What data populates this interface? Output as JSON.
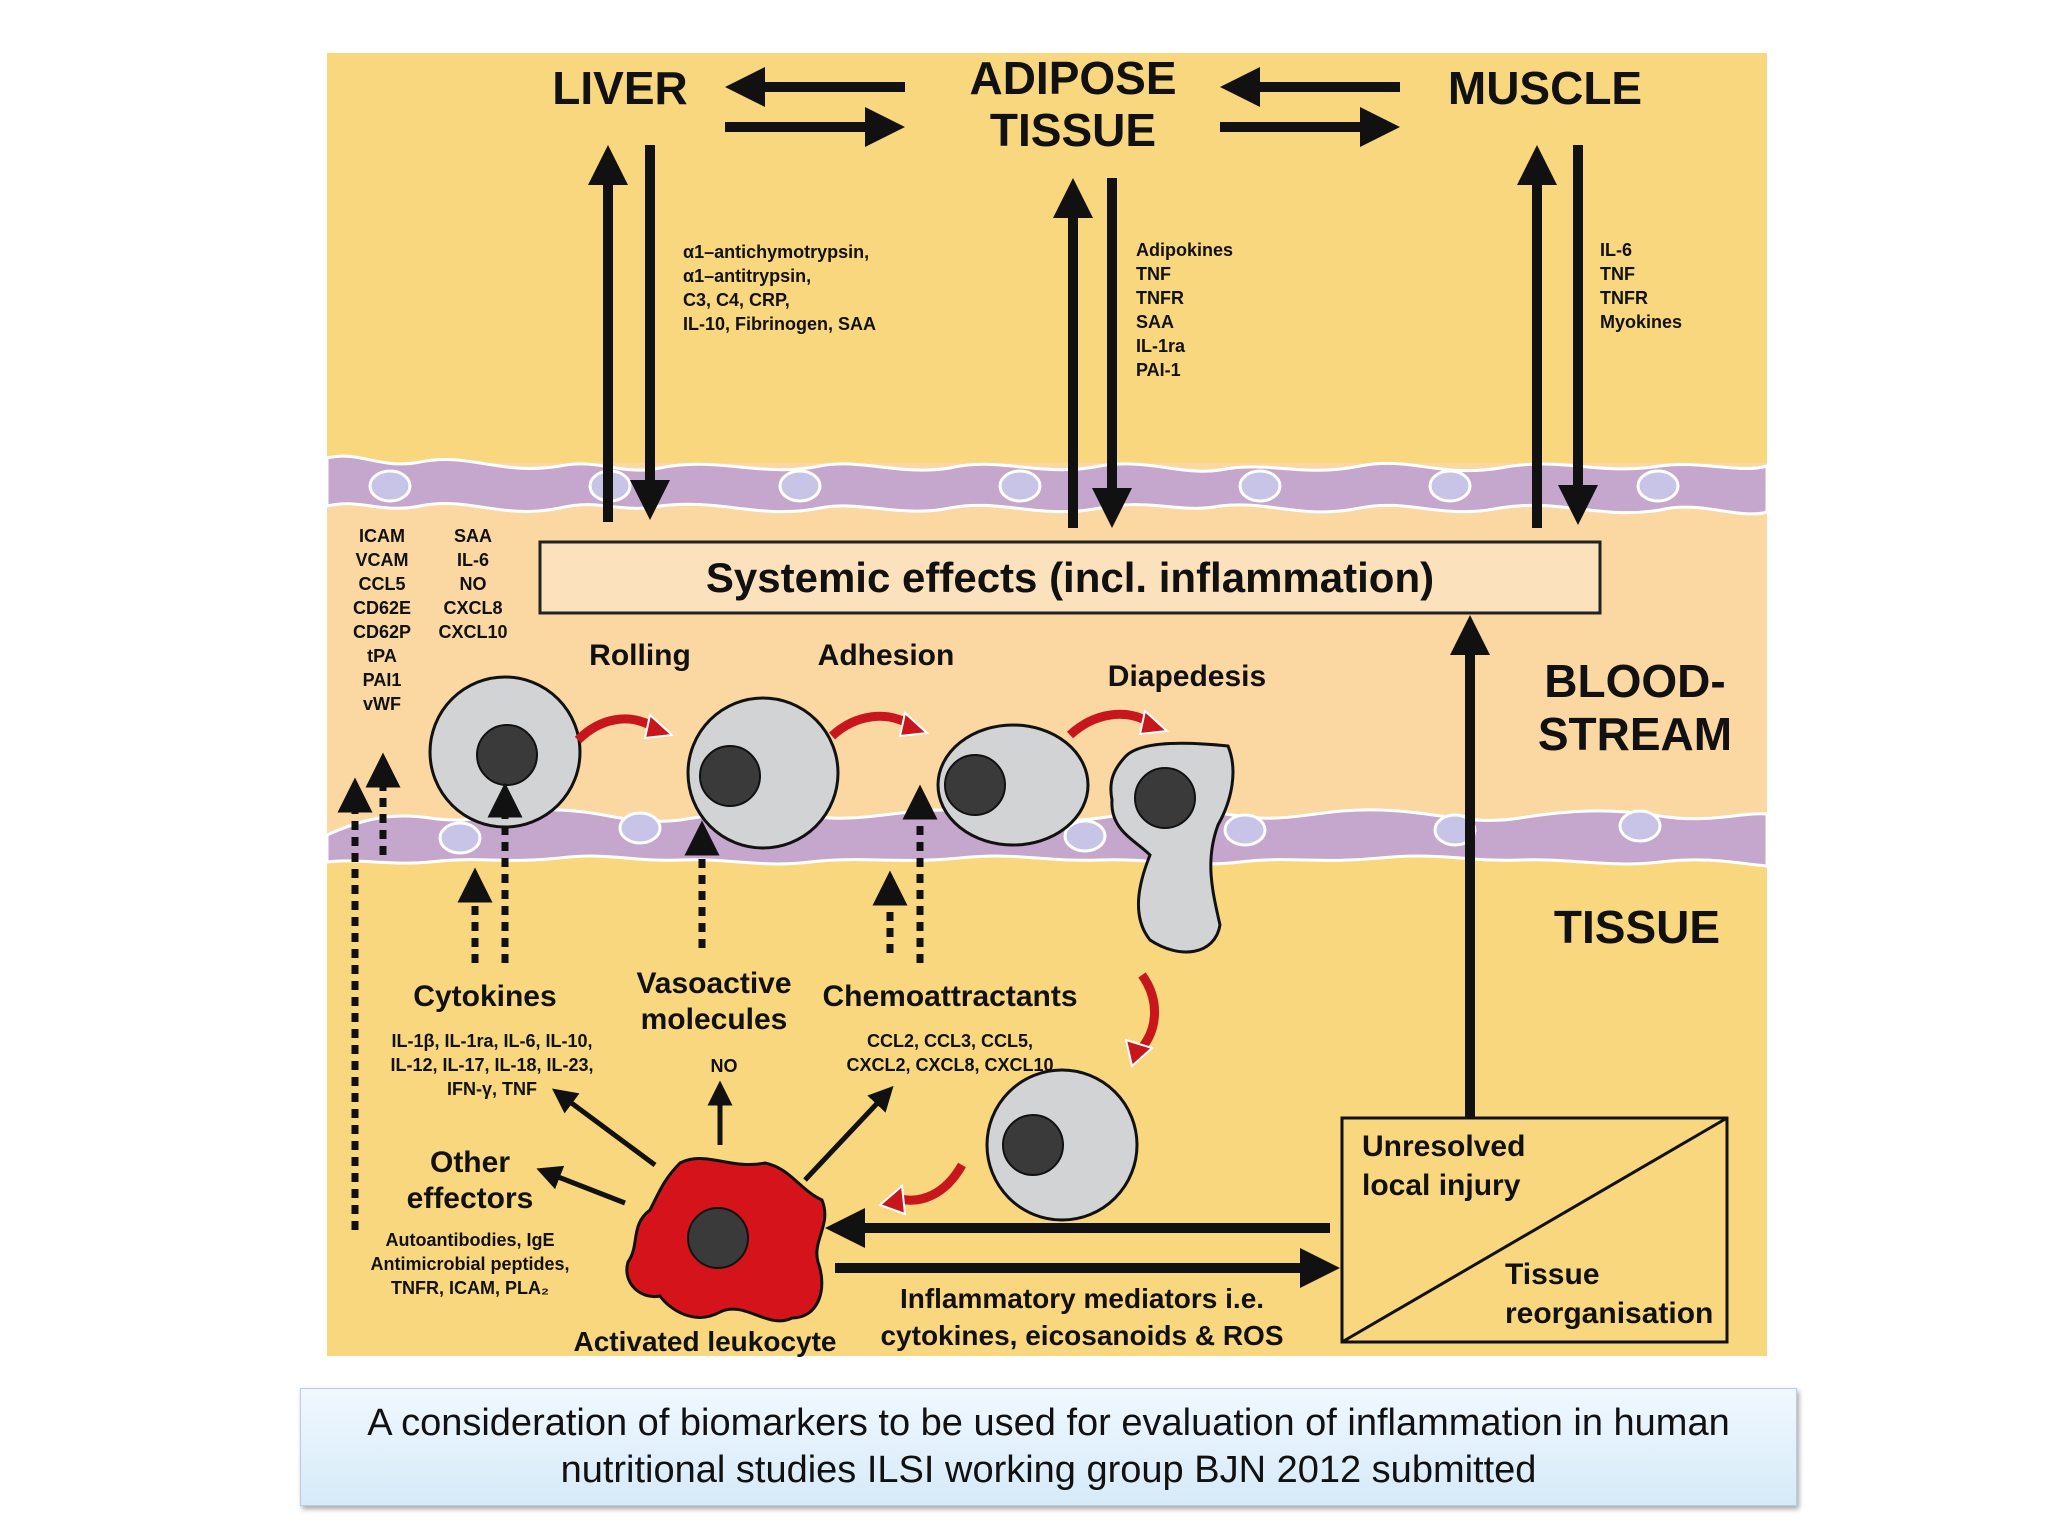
{
  "organs": {
    "liver": "LIVER",
    "adipose_line1": "ADIPOSE",
    "adipose_line2": "TISSUE",
    "muscle": "MUSCLE"
  },
  "liver_markers": [
    "α1–antichymotrypsin,",
    "α1–antitrypsin,",
    "C3, C4, CRP,",
    "IL-10, Fibrinogen, SAA"
  ],
  "adipose_markers": [
    "Adipokines",
    "TNF",
    "TNFR",
    "SAA",
    "IL-1ra",
    "PAI-1"
  ],
  "muscle_markers": [
    "IL-6",
    "TNF",
    "TNFR",
    "Myokines"
  ],
  "systemic_effects": "Systemic effects (incl. inflammation)",
  "endothelial_markers_left": [
    "ICAM",
    "VCAM",
    "CCL5",
    "CD62E",
    "CD62P",
    "tPA",
    "PAI1",
    "vWF"
  ],
  "endothelial_markers_right": [
    "SAA",
    "IL-6",
    "NO",
    "CXCL8",
    "CXCL10"
  ],
  "stages": {
    "rolling": "Rolling",
    "adhesion": "Adhesion",
    "diapedesis": "Diapedesis"
  },
  "compartments": {
    "bloodstream_line1": "BLOOD-",
    "bloodstream_line2": "STREAM",
    "tissue": "TISSUE"
  },
  "mediators": {
    "cytokines_title": "Cytokines",
    "cytokines_list": [
      "IL-1β, IL-1ra, IL-6,  IL-10,",
      "IL-12, IL-17, IL-18, IL-23,",
      "IFN-γ, TNF"
    ],
    "vasoactive_title": [
      "Vasoactive",
      "molecules"
    ],
    "vasoactive_list": "NO",
    "chemo_title": "Chemoattractants",
    "chemo_list": [
      "CCL2, CCL3, CCL5,",
      "CXCL2, CXCL8, CXCL10"
    ],
    "other_title": [
      "Other",
      "effectors"
    ],
    "other_list": [
      "Autoantibodies, IgE",
      "Antimicrobial peptides,",
      "TNFR, ICAM, PLA₂"
    ]
  },
  "activated_leukocyte": "Activated leukocyte",
  "inflammatory_mediators": [
    "Inflammatory mediators i.e.",
    "cytokines, eicosanoids & ROS"
  ],
  "injury_box": {
    "unresolved": [
      "Unresolved",
      "local injury"
    ],
    "reorganisation": [
      "Tissue",
      "reorganisation"
    ]
  },
  "caption": [
    "A consideration of biomarkers to be used for evaluation of inflammation in human",
    "nutritional studies ILSI working group BJN 2012 submitted"
  ],
  "colors": {
    "upper_tissue": "#f9d77e",
    "bloodstream": "#fbd8a2",
    "endothelium": "#c5a6cc",
    "leukocyte": "#d1d3d4",
    "activated": "#d4141a",
    "curved_arrow": "#c8161d"
  }
}
